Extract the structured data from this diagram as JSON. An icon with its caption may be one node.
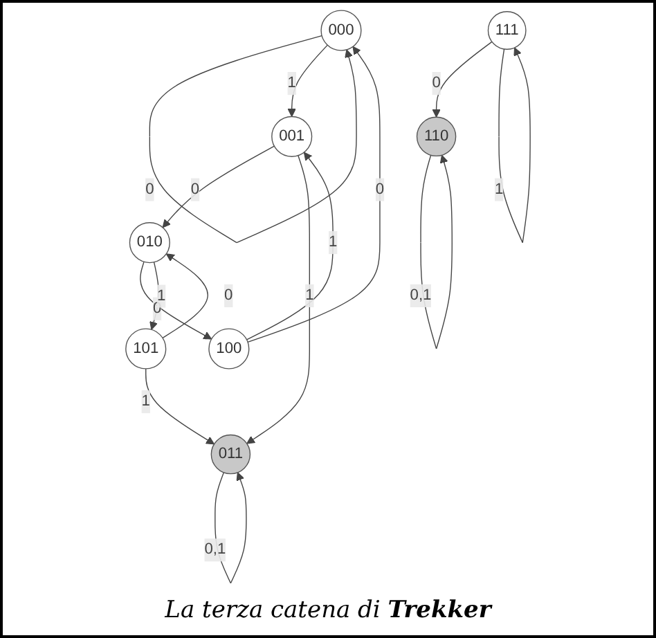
{
  "diagram": {
    "caption": "La terza catena di **Trekker**",
    "nodes": [
      {
        "text": [
          "000"
        ]
      },
      {
        "text": [
          "100"
        ]
      },
      {
        "text": [
          "001"
        ]
      },
      {
        "text": [
          "010"
        ]
      },
      {
        "text": [
          "101"
        ]
      },
      {
        "text": [
          "110"
        ]
      },
      {
        "text": [
          "011"
        ]
      },
      {
        "text": [
          "111"
        ]
      }
    ],
    "edges": [
      {
        "from": 0,
        "to": 0,
        "arrow": "to",
        "label": "0"
      },
      {
        "from": 1,
        "to": 0,
        "arrow": "to",
        "label": "0"
      },
      {
        "from": 0,
        "to": 2,
        "arrow": "to",
        "label": "1"
      },
      {
        "from": 1,
        "to": 2,
        "arrow": "to",
        "label": "1"
      },
      {
        "from": 2,
        "to": 3,
        "arrow": "to",
        "label": "0"
      },
      {
        "from": 3,
        "to": 1,
        "arrow": "to",
        "label": "0"
      },
      {
        "from": 2,
        "to": 6,
        "arrow": "to",
        "label": "1"
      },
      {
        "from": 3,
        "to": 4,
        "arrow": "to",
        "label": "1"
      },
      {
        "from": 4,
        "to": 3,
        "arrow": "to",
        "label": "0"
      },
      {
        "from": 4,
        "to": 6,
        "arrow": "to",
        "label": "1"
      },
      {
        "from": 5,
        "to": 5,
        "arrow": "to",
        "label": "0,1"
      },
      {
        "from": 6,
        "to": 6,
        "arrow": "to",
        "label": "0,1"
      },
      {
        "from": 7,
        "to": 5,
        "arrow": "to",
        "label": "0"
      },
      {
        "from": 7,
        "to": 7,
        "arrow": "to",
        "label": "1"
      }
    ]
  }
}
